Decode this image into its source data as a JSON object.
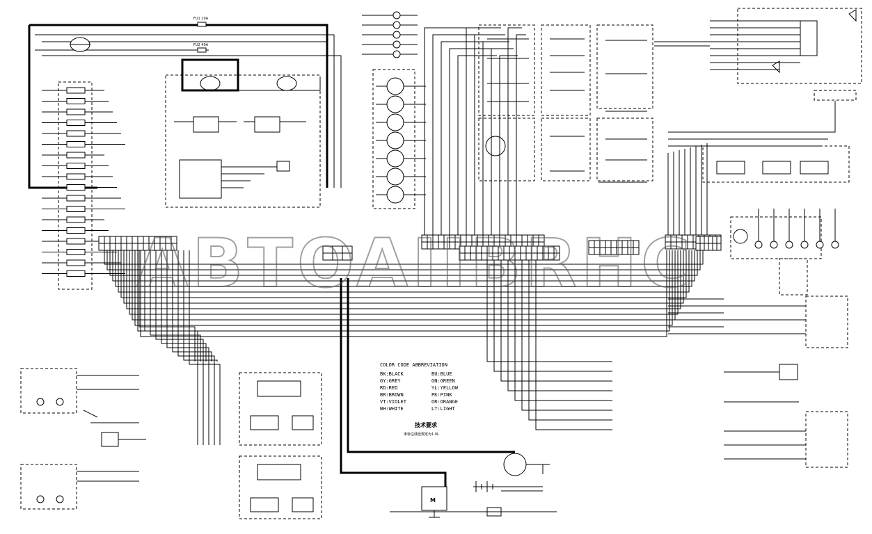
{
  "watermark": "ABTOAIIBRHC",
  "legend": {
    "title": "COLOR CODE ABBREVIATION",
    "col1": [
      "BK:BLACK",
      "GY:GREY",
      "RD:RED",
      "BR:BROWN",
      "VT:VIOLET",
      "WH:WHITE"
    ],
    "col2": [
      "BU:BLUE",
      "GN:GREEN",
      "YL:YELLOW",
      "PK:PINK",
      "OR:ORANGE",
      "LT:LIGHT"
    ]
  },
  "notes": {
    "heading": "技术要求",
    "line": "未标注线径规定为1.0L"
  },
  "labels": {
    "fuse1": "FU1 10A",
    "fuse2": "FU2 40A",
    "motor": "M"
  }
}
